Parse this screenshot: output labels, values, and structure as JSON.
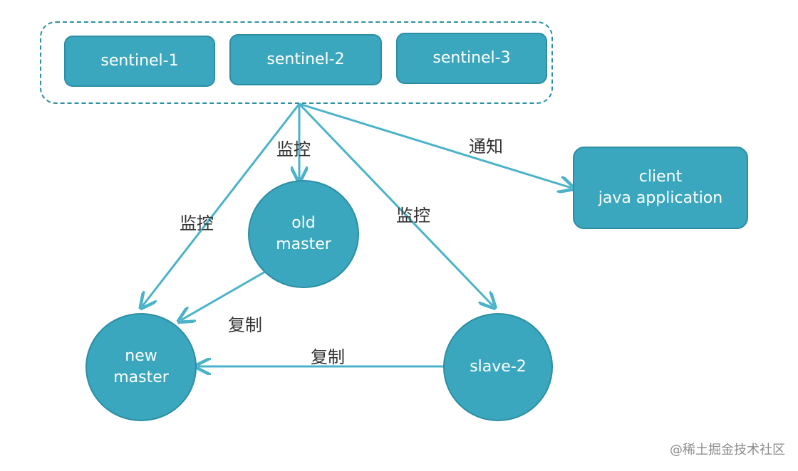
{
  "colors": {
    "node_fill": "#3aa7be",
    "node_border": "#2b8ea4",
    "arrow": "#4ab3c9",
    "text_on_node": "#ffffff",
    "label_text": "#333333"
  },
  "sentinels": [
    {
      "label": "sentinel-1"
    },
    {
      "label": "sentinel-2"
    },
    {
      "label": "sentinel-3"
    }
  ],
  "nodes": {
    "client": {
      "line1": "client",
      "line2": "java application"
    },
    "old_master": {
      "line1": "old",
      "line2": "master"
    },
    "new_master": {
      "line1": "new",
      "line2": "master"
    },
    "slave_2": {
      "label": "slave-2"
    }
  },
  "edges": {
    "monitor_old_master": "监控",
    "monitor_new_master": "监控",
    "monitor_slave_2": "监控",
    "notify_client": "通知",
    "replicate_old_to_new": "复制",
    "replicate_slave_to_new": "复制"
  },
  "watermark": "@稀土掘金技术社区"
}
